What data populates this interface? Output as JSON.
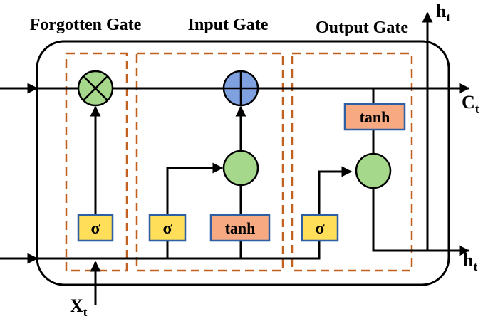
{
  "gates": {
    "forgotten_label": "Forgotten Gate",
    "input_label": "Input Gate",
    "output_label": "Output Gate"
  },
  "ops": {
    "sigma": "σ",
    "tanh": "tanh"
  },
  "vars": {
    "h": "h",
    "c": "C",
    "x": "X",
    "t": "t"
  },
  "colors": {
    "sigma_fill": "#ffde59",
    "sigma_stroke": "#2e5fa3",
    "tanh_fill": "#f7a982",
    "multiply_fill": "#a6d88c",
    "add_fill": "#7fa1e0",
    "neuron_fill": "#a6d88c",
    "gate_border": "#c2611f"
  }
}
